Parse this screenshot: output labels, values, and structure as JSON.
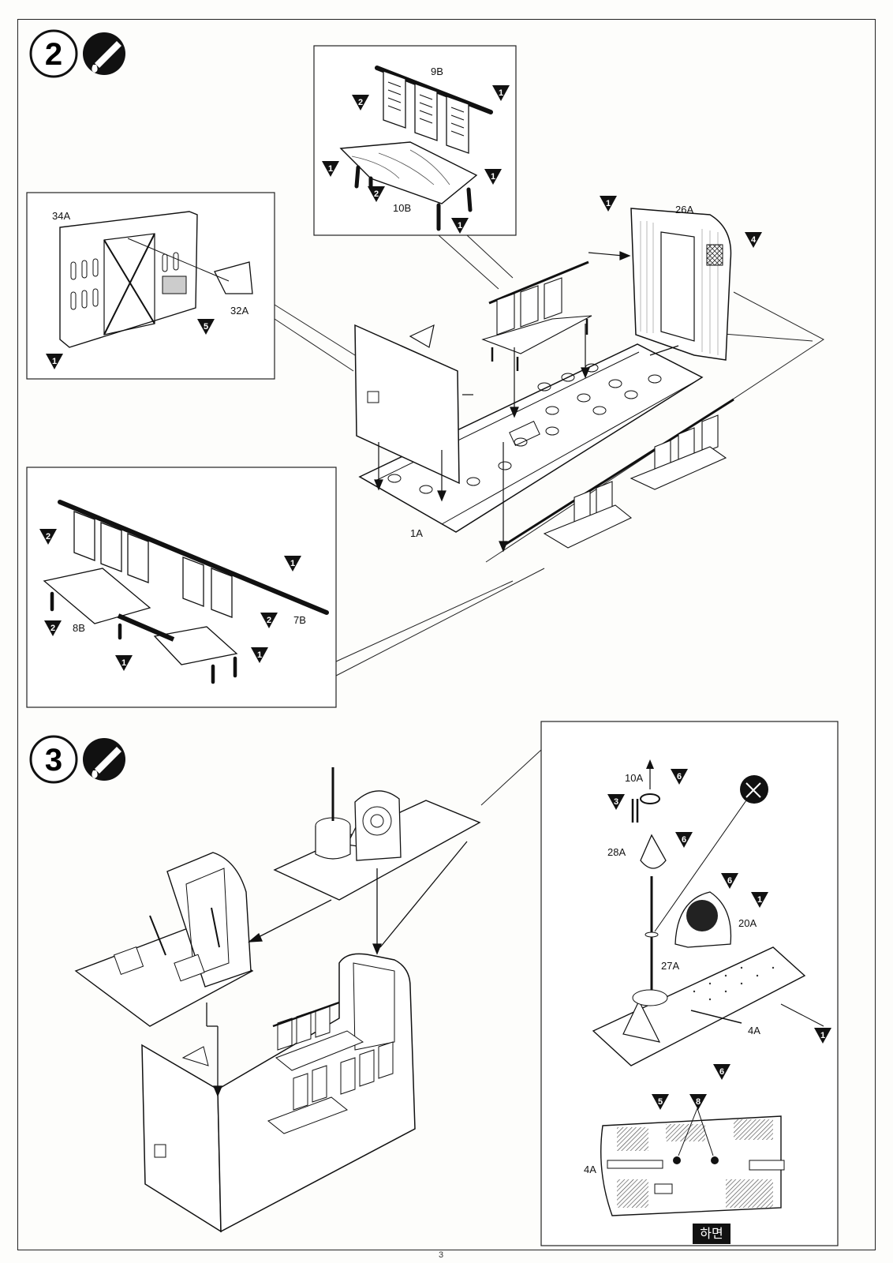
{
  "page": {
    "number": "3"
  },
  "steps": [
    {
      "number": "2",
      "glue_icon": "glue-icon",
      "insets": [
        {
          "name": "bench-9-10",
          "parts": [
            "9B",
            "10B"
          ],
          "callouts": [
            "2",
            "1",
            "1",
            "2",
            "1",
            "1"
          ]
        },
        {
          "name": "bulkhead-34",
          "parts": [
            "34A",
            "32A"
          ],
          "callouts": [
            "5",
            "1"
          ]
        },
        {
          "name": "bench-7-8",
          "parts": [
            "7B",
            "8B"
          ],
          "callouts": [
            "2",
            "1",
            "2",
            "2",
            "1",
            "1"
          ]
        }
      ],
      "main_parts": [
        "26A",
        "1A"
      ],
      "main_callouts": [
        "1",
        "4"
      ]
    },
    {
      "number": "3",
      "glue_icon": "glue-icon",
      "inset": {
        "parts": [
          "10A",
          "28A",
          "20A",
          "27A",
          "4A"
        ],
        "callouts": [
          "6",
          "3",
          "6",
          "6",
          "1",
          "1",
          "6"
        ],
        "no_glue_icon": "no-glue-icon",
        "bottom_view": {
          "part": "4A",
          "callouts": [
            "5",
            "8"
          ],
          "label": "하면"
        }
      }
    }
  ],
  "colors": {
    "ink": "#111111",
    "paper": "#fdfdfb",
    "callout_fill": "#111111"
  }
}
